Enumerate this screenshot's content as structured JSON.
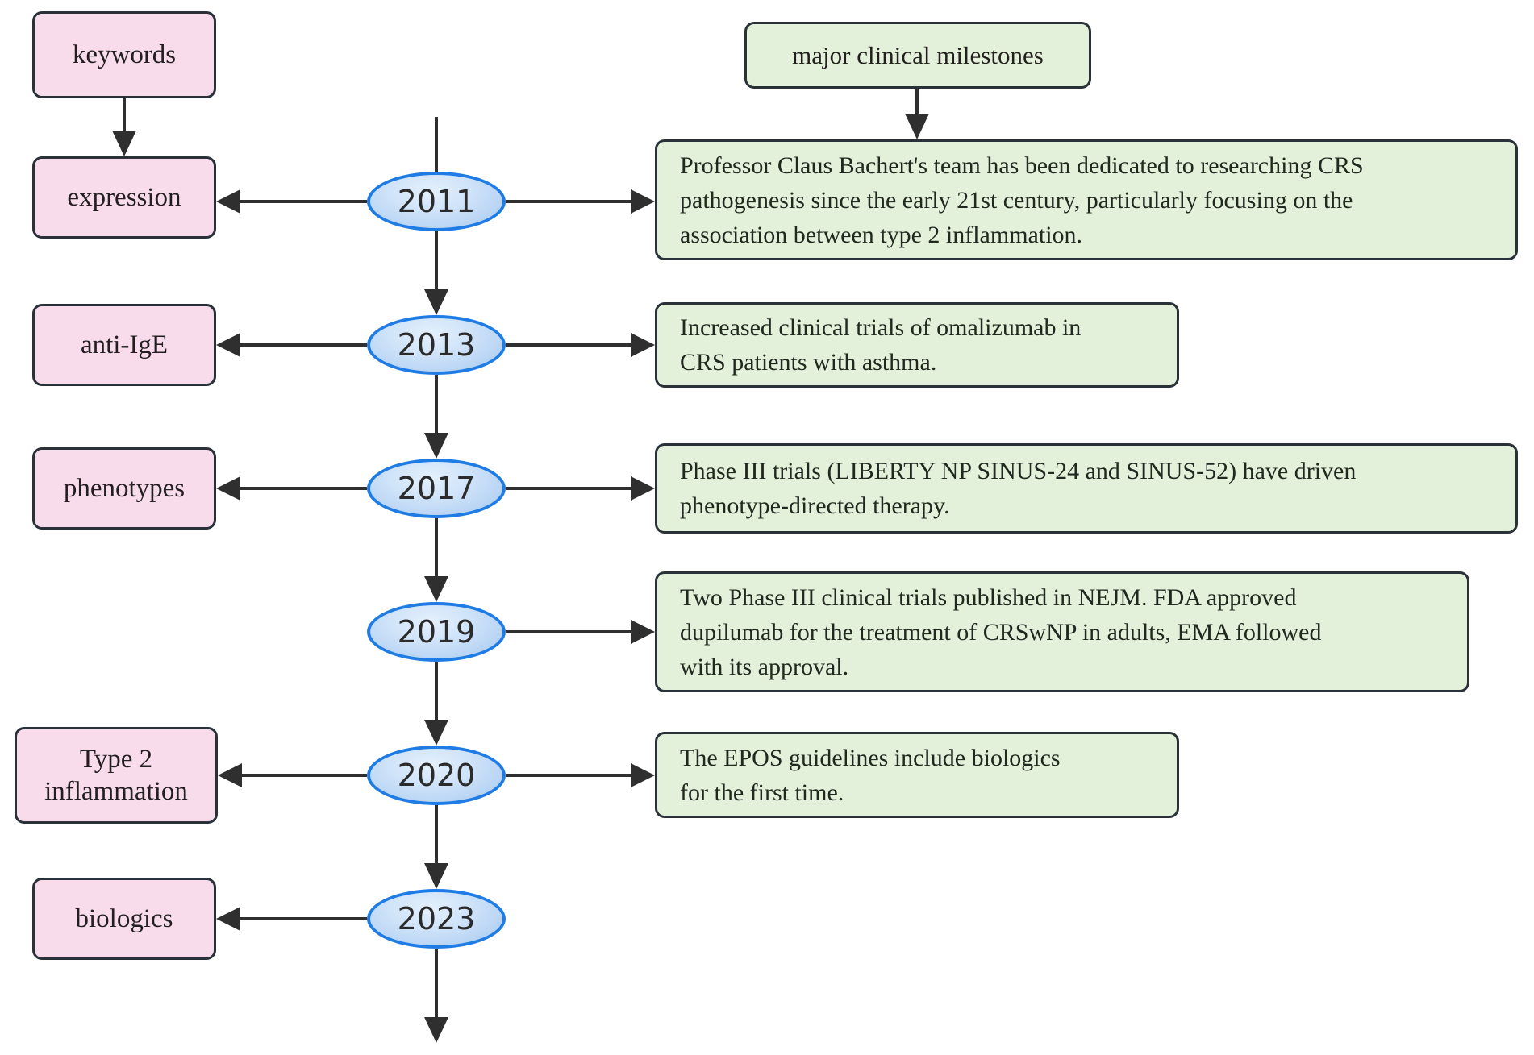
{
  "diagram": {
    "legend": {
      "keywords_title": "keywords",
      "milestones_title": "major clinical milestones"
    },
    "colors": {
      "keyword_fill": "#f8dcec",
      "milestone_fill": "#e4f1da",
      "box_border": "#2a3138",
      "year_border": "#1e7ce4",
      "arrow": "#2f2f2f"
    },
    "rows": [
      {
        "year": "2011",
        "keyword": "expression",
        "milestone": "Professor Claus Bachert's team has been dedicated to researching CRS\npathogenesis since the early 21st century, particularly focusing on the\nassociation between type 2 inflammation."
      },
      {
        "year": "2013",
        "keyword": "anti-IgE",
        "milestone": "Increased clinical trials of omalizumab in\nCRS patients with asthma."
      },
      {
        "year": "2017",
        "keyword": "phenotypes",
        "milestone": "Phase III trials (LIBERTY NP SINUS-24 and SINUS-52) have driven\nphenotype-directed therapy."
      },
      {
        "year": "2019",
        "keyword": null,
        "milestone": "Two Phase III clinical trials published in NEJM. FDA approved\ndupilumab for the treatment of CRSwNP in adults, EMA followed\nwith its approval."
      },
      {
        "year": "2020",
        "keyword": "Type 2\ninflammation",
        "milestone": "The EPOS guidelines include biologics\nfor the first time."
      },
      {
        "year": "2023",
        "keyword": "biologics",
        "milestone": null
      }
    ]
  }
}
